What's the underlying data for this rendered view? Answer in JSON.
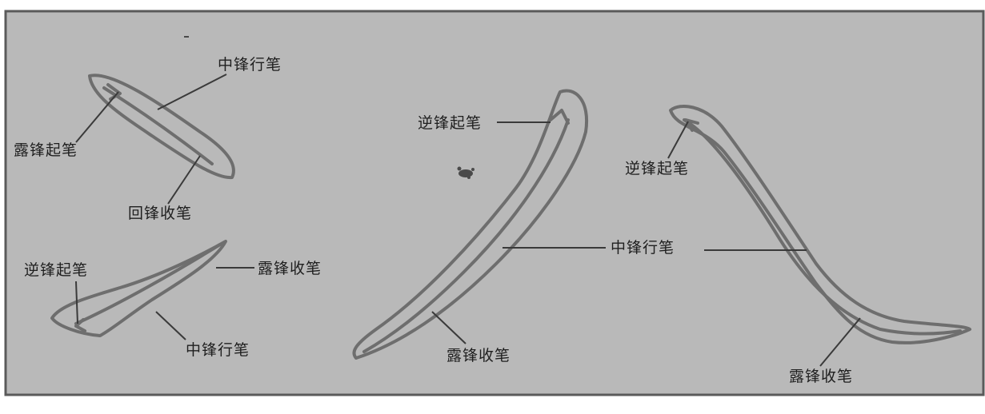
{
  "colors": {
    "background": "#b9b9b9",
    "frame": "#5a5a5a",
    "stroke_outline": "#6e6e6e",
    "leader_line": "#3a3a3a",
    "text": "#1f1f1f"
  },
  "labels": {
    "stroke1_center": "中锋行笔",
    "stroke1_start": "露锋起笔",
    "stroke1_end": "回锋收笔",
    "stroke2_start": "逆锋起笔",
    "stroke2_end": "露锋收笔",
    "stroke2_center": "中锋行笔",
    "stroke3_start": "逆锋起笔",
    "stroke3_end": "露锋收笔",
    "shared_center": "中锋行笔",
    "stroke4_start": "逆锋起笔",
    "stroke4_end": "露锋收笔"
  }
}
